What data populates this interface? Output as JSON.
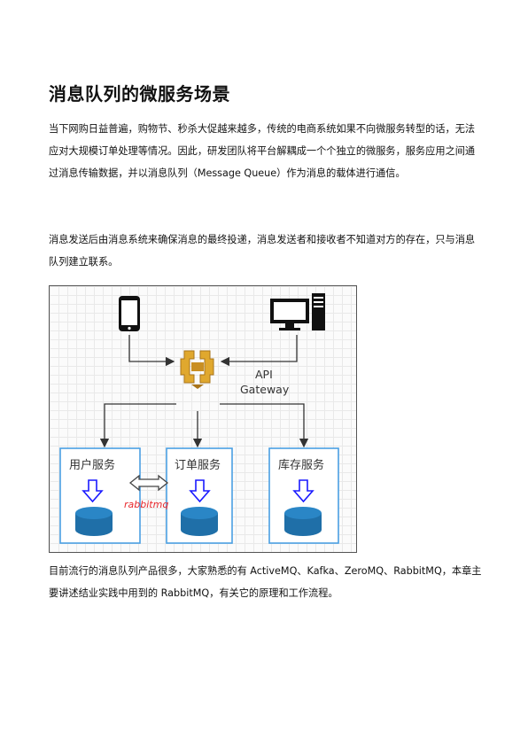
{
  "title": "消息队列的微服务场景",
  "paragraph1": "当下网购日益普遍，购物节、秒杀大促越来越多，传统的电商系统如果不向微服务转型的话，无法应对大规模订单处理等情况。因此，研发团队将平台解耦成一个个独立的微服务，服务应用之间通过消息传输数据，并以消息队列（Message Queue）作为消息的载体进行通信。",
  "paragraph2": "消息发送后由消息系统来确保消息的最终投递，消息发送者和接收者不知道对方的存在，只与消息队列建立联系。",
  "paragraph3": "目前流行的消息队列产品很多，大家熟悉的有 ActiveMQ、Kafka、ZeroMQ、RabbitMQ，本章主要讲述结业实践中用到的 RabbitMQ，有关它的原理和工作流程。",
  "diagram": {
    "gateway_line1": "API",
    "gateway_line2": "Gateway",
    "services": [
      "用户服务",
      "订单服务",
      "库存服务"
    ],
    "mq_label": "rabbitmq",
    "colors": {
      "box_border": "#4a9fe3",
      "arrow_blue": "#1a1aff",
      "db_fill": "#1f6fa8",
      "db_top": "#2a86c6",
      "gateway": "#e0a82e",
      "gateway_dark": "#a9741a",
      "mq_text": "#e8272c"
    },
    "icons": [
      "smartphone-icon",
      "desktop-computer-icon",
      "api-gateway-icon",
      "database-icon"
    ]
  }
}
